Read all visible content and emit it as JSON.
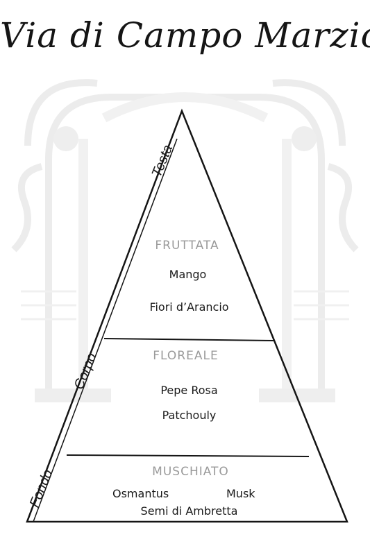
{
  "title": "Via di Campo Marzio",
  "tiers": {
    "top": {
      "label": "Testa",
      "heading": "FRUTTATA",
      "notes": [
        "Mango",
        "Fiori d’Arancio"
      ]
    },
    "middle": {
      "label": "Corpo",
      "heading": "FLOREALE",
      "notes": [
        "Pepe Rosa",
        "Patchouly"
      ]
    },
    "bottom": {
      "label": "Fondo",
      "heading": "MUSCHIATO",
      "notes": [
        "Osmantus",
        "Musk",
        "Semi di Ambretta"
      ]
    }
  },
  "colors": {
    "ink": "#1a1a1a",
    "heading_gray": "#9a9a9a",
    "watermark": "#eeeeee"
  }
}
